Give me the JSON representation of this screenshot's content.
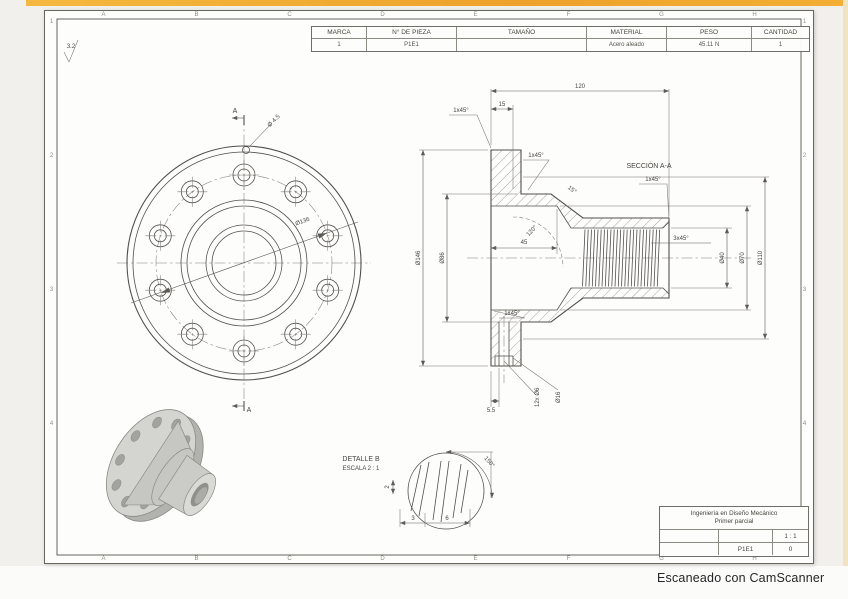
{
  "finish": {
    "value": "3.2"
  },
  "tb_top": {
    "headers": [
      "MARCA",
      "N° DE PIEZA",
      "TAMAÑO",
      "MATERIAL",
      "PESO",
      "CANTIDAD"
    ],
    "values": [
      "1",
      "P1E1",
      "",
      "Acero aleado",
      "45.11 N",
      "1"
    ]
  },
  "front": {
    "cut_label_top": "A",
    "cut_label_bottom": "A",
    "pin_hole": "Ø 4.5",
    "bolt_circle": "Ø136"
  },
  "section": {
    "label": "SECCIÓN A-A",
    "dim_overall": "120",
    "dim_step": "15",
    "chamfer_a": "1x45°",
    "chamfer_b": "1x45°",
    "chamfer_c": "1x45°",
    "chamfer_d": "1x45°",
    "taper_angle": "15°",
    "cone_angle": "120°",
    "dim_depth": "45",
    "thread_chamfer": "3x45°",
    "dia_40": "Ø40",
    "dia_70": "Ø70",
    "dia_110": "Ø110",
    "dia_146": "Ø146",
    "dia_86": "Ø86",
    "dim_flange_offset": "5.5",
    "holes_note": "12x Ø6",
    "cbore": "Ø16"
  },
  "detail": {
    "title": "DETALLE B",
    "scale": "ESCALA 2 : 1",
    "angle": "150°",
    "d3": "3",
    "d6": "6",
    "d2": "2"
  },
  "tb_bottom": {
    "line1": "Ingeniería en Diseño Mecánico",
    "line2": "Primer parcial",
    "scale": "1 : 1",
    "part": "P1E1",
    "rev": "0"
  },
  "zones": {
    "top": [
      "A",
      "B",
      "C",
      "D",
      "E",
      "F",
      "G",
      "H"
    ],
    "bottom": [
      "A",
      "B",
      "C",
      "D",
      "E",
      "F",
      "G",
      "H"
    ],
    "left": [
      "1",
      "2",
      "3",
      "4"
    ],
    "right": [
      "1",
      "2",
      "3",
      "4"
    ]
  },
  "footer": {
    "text": "Escaneado con CamScanner"
  }
}
